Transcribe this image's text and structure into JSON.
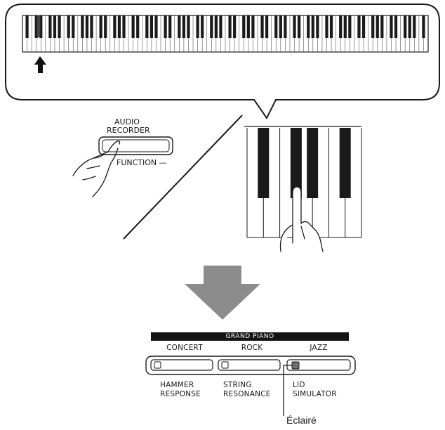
{
  "recorder_button": {
    "label_line1": "AUDIO",
    "label_line2": "RECORDER",
    "function_label": "FUNCTION —"
  },
  "tone_panel": {
    "header": "GRAND PIANO",
    "top_labels": [
      "CONCERT",
      "ROCK",
      "JAZZ"
    ],
    "bottom_labels": [
      [
        "HAMMER",
        "RESPONSE"
      ],
      [
        "STRING",
        "RESONANCE"
      ],
      [
        "LID",
        "SIMULATOR"
      ]
    ],
    "lit_index": 2
  },
  "callout": "Éclairé",
  "icons": [
    "up-arrow-icon",
    "down-arrow-icon",
    "pressing-hand-icon",
    "key-pressing-hand-icon"
  ],
  "colors": {
    "ink": "#1a1a1a",
    "arrow_gray": "#8c8c8c",
    "lamp": "#707070"
  }
}
